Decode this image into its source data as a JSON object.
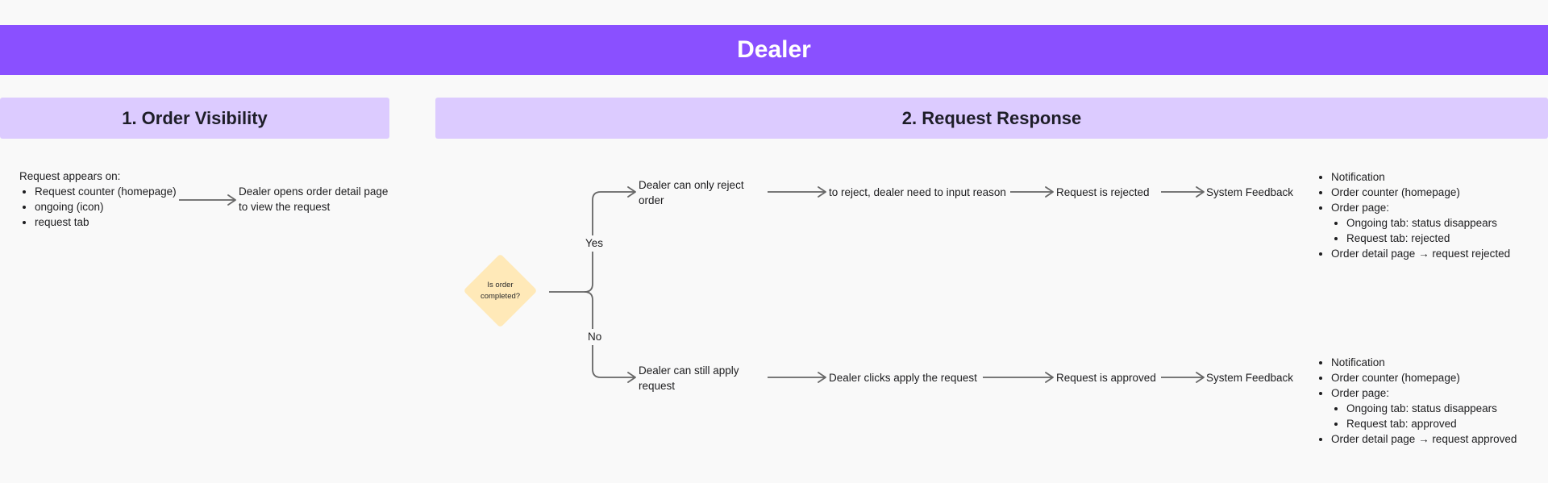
{
  "banner": {
    "title": "Dealer"
  },
  "sections": {
    "order_visibility": {
      "title": "1. Order Visibility"
    },
    "request_response": {
      "title": "2. Request Response"
    }
  },
  "order_visibility": {
    "intro": "Request appears on:",
    "items": [
      "Request counter (homepage)",
      "ongoing (icon)",
      "request tab"
    ],
    "next_step": "Dealer opens order detail page to view the request"
  },
  "decision": {
    "question": "Is order completed?",
    "yes_label": "Yes",
    "no_label": "No"
  },
  "reject_flow": {
    "step1": "Dealer can only reject order",
    "step2": "to reject, dealer need to input reason",
    "step3": "Request is rejected",
    "step4": "System Feedback",
    "feedback": {
      "item1": "Notification",
      "item2": "Order counter (homepage)",
      "item3": "Order page:",
      "sub1": "Ongoing tab: status disappears",
      "sub2": "Request tab: rejected",
      "item4": "Order detail page → request rejected"
    }
  },
  "approve_flow": {
    "step1": "Dealer can still apply request",
    "step2": "Dealer clicks apply the request",
    "step3": "Request is approved",
    "step4": "System Feedback",
    "feedback": {
      "item1": "Notification",
      "item2": "Order counter (homepage)",
      "item3": "Order page:",
      "sub1": "Ongoing tab: status disappears",
      "sub2": "Request tab: approved",
      "item4": "Order detail page → request approved"
    }
  },
  "colors": {
    "banner": "#8a50ff",
    "section_header": "#dccbff",
    "diamond": "#ffe9b8",
    "connector": "#666666"
  }
}
